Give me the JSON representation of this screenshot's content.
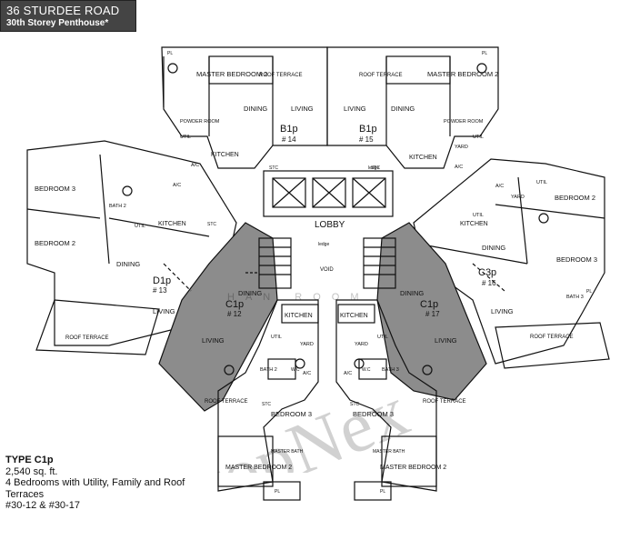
{
  "header": {
    "address": "36 STURDEE ROAD",
    "storey": "30th Storey Penthouse*"
  },
  "info": {
    "type": "TYPE C1p",
    "area": "2,540 sq. ft.",
    "description": "4 Bedrooms with Utility, Family and Roof Terraces",
    "units": "#30-12 & #30-17"
  },
  "watermark": {
    "text": "PropNex",
    "tagline": "HAN    ROOM"
  },
  "plan": {
    "lobby": "LOBBY",
    "void": "VOID",
    "roof_terrace": "ROOF TERRACE",
    "units": {
      "b1p_14": {
        "type": "B1p",
        "no": "# 14"
      },
      "b1p_15": {
        "type": "B1p",
        "no": "# 15"
      },
      "d1p_13": {
        "type": "D1p",
        "no": "# 13"
      },
      "c3p_16": {
        "type": "C3p",
        "no": "# 16"
      },
      "c1p_12": {
        "type": "C1p",
        "no": "# 12"
      },
      "c1p_17": {
        "type": "C1p",
        "no": "# 17"
      }
    },
    "rooms": {
      "master_bedroom_2": "MASTER BEDROOM 2",
      "bedroom_2": "BEDROOM 2",
      "bedroom_3": "BEDROOM 3",
      "dining": "DINING",
      "living": "LIVING",
      "kitchen": "KITCHEN",
      "util": "UTIL",
      "yard": "YARD",
      "bath_2": "BATH 2",
      "bath_3": "BATH 3",
      "master_bath": "MASTER BATH",
      "wc": "W.C",
      "powder_room": "POWDER ROOM",
      "ac": "A/C",
      "stc": "STC",
      "ledge": "ledge",
      "pl": "PL"
    }
  },
  "colors": {
    "highlight": "#8c8c8c",
    "line": "#111111",
    "header_bg": "#444444"
  }
}
